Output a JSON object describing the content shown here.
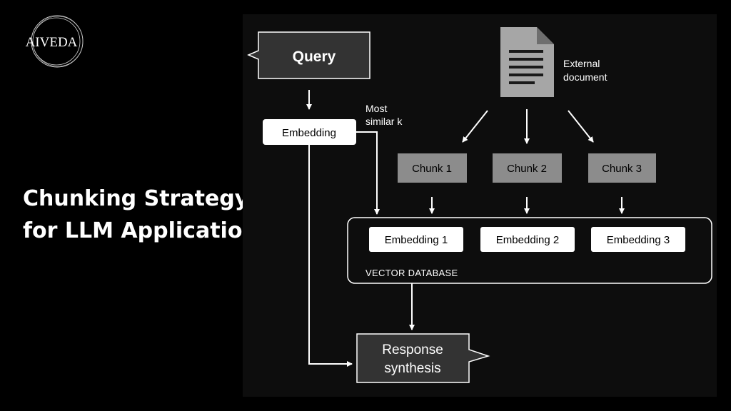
{
  "brand": {
    "logo_text": "AIVEDA"
  },
  "page": {
    "title_line1": "Chunking Strategy",
    "title_line2": "for LLM Application"
  },
  "diagram": {
    "query": "Query",
    "embedding": "Embedding",
    "most_similar_line1": "Most",
    "most_similar_line2": "similar k",
    "external_doc_line1": "External",
    "external_doc_line2": "document",
    "chunks": [
      "Chunk 1",
      "Chunk 2",
      "Chunk 3"
    ],
    "embeddings": [
      "Embedding 1",
      "Embedding 2",
      "Embedding 3"
    ],
    "vector_db": "VECTOR DATABASE",
    "response_line1": "Response",
    "response_line2": "synthesis"
  },
  "colors": {
    "page_bg": "#000000",
    "panel_bg": "#0d0d0d",
    "box_dark": "#333333",
    "chunk_gray": "#8c8c8c",
    "doc_gray": "#a6a6a6"
  }
}
